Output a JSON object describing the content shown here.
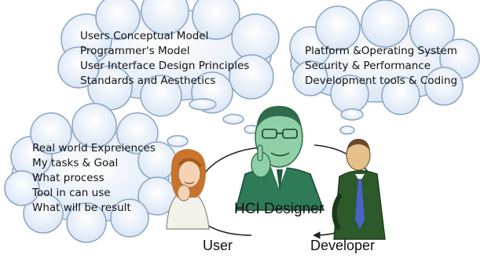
{
  "clouds": {
    "designer": {
      "lines": [
        "Users Conceptual Model",
        "Programmer's Model",
        "User Interface Design Principles",
        "Standards and Aesthetics"
      ]
    },
    "developer": {
      "lines": [
        "Platform &Operating System",
        "Security & Performance",
        "Development tools & Coding"
      ]
    },
    "user": {
      "lines": [
        "Real world Expreiences",
        "My tasks & Goal",
        "What process",
        "Tool in can use",
        "What will be result"
      ]
    }
  },
  "labels": {
    "designer": "HCI Designer",
    "user": "User",
    "developer": "Developer"
  },
  "colors": {
    "cloud_fill": "#dfe9f6",
    "cloud_stroke": "#8aa4c4",
    "designer_face": "#8fd0a8",
    "designer_suit": "#2f7a57",
    "developer_suit": "#2d5a2a",
    "developer_tie": "#4a62c8",
    "user_hair": "#c8742c",
    "user_top": "#f2f1ea"
  }
}
